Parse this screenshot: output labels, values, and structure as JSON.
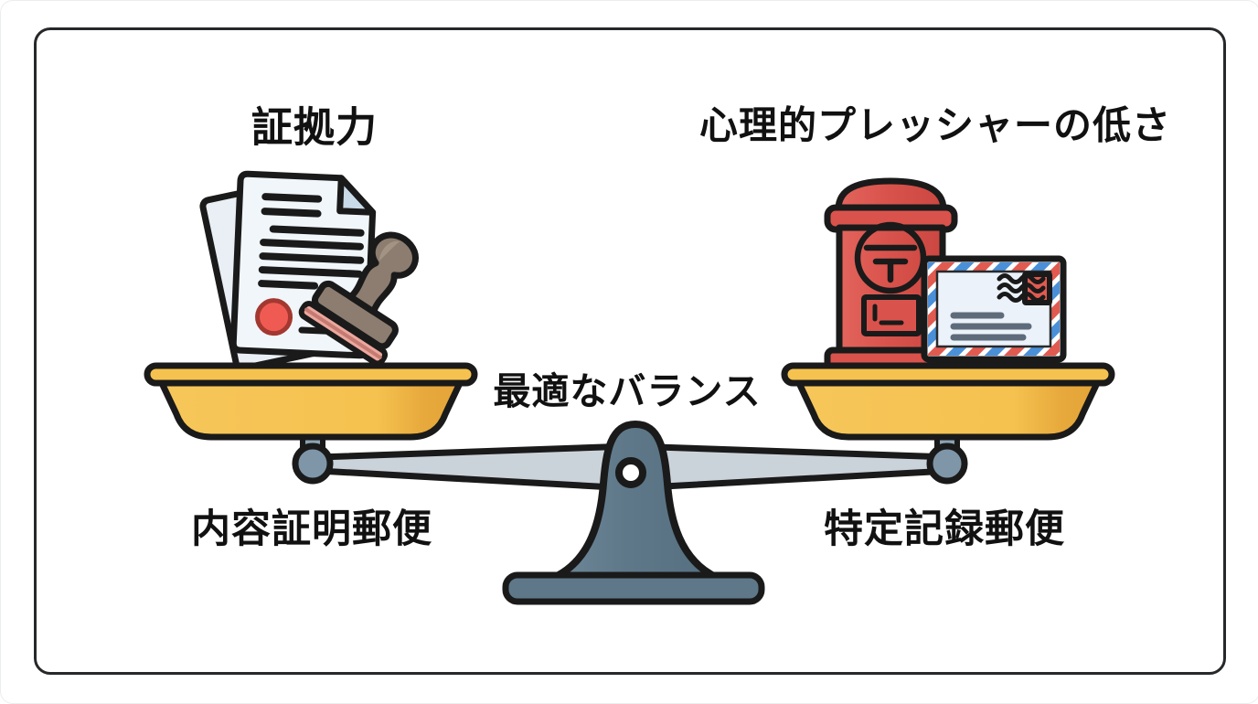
{
  "slide": {
    "type": "balance-diagram",
    "labels": {
      "left_quality": "証拠力",
      "right_quality": "心理的プレッシャーの低さ",
      "center": "最適なバランス",
      "left_method": "内容証明郵便",
      "right_method": "特定記録郵便"
    },
    "icons": {
      "left_pan": "documents-with-stamp-icon",
      "right_pan": "postbox-with-envelope-icon",
      "center": "balance-scale-icon"
    },
    "colors": {
      "background": "#FFFFFF",
      "border": "#26282A",
      "outline": "#1A1A1A",
      "text": "#111111",
      "pan_yellow": "#F5C24F",
      "pan_yellow_shade": "#E7A93C",
      "beam_grey": "#CBD3DA",
      "knob_grey": "#7E96A8",
      "stem_grey": "#8CA3B3",
      "fulcrum_slate": "#5E7889",
      "paper_white": "#F1F6FA",
      "paper_fold": "#C9DBE9",
      "paper_back": "#E9EFF5",
      "seal_red": "#EF5B52",
      "stamp_taupe": "#8D7D70",
      "stamp_pad_pink": "#ECA79E",
      "postbox_red": "#D9534C",
      "envelope_white": "#EBF2F9",
      "stripe_red": "#E15A50",
      "stripe_blue": "#4A90D9",
      "address_grey": "#5E6B7A"
    }
  }
}
